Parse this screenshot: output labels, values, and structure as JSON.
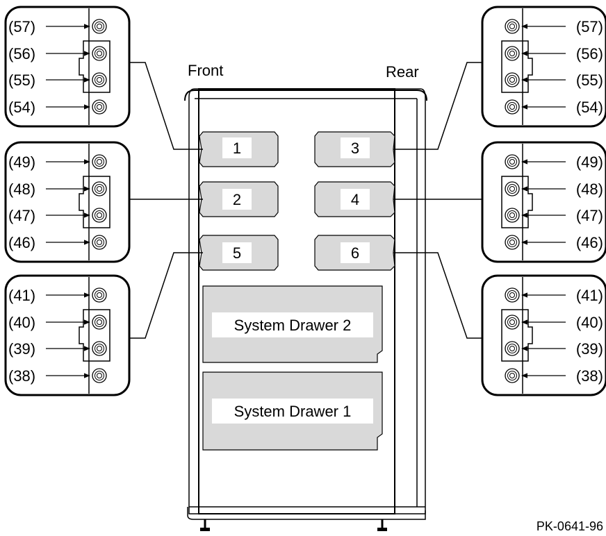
{
  "figure": {
    "front_label": "Front",
    "rear_label": "Rear",
    "figure_code": "PK-0641-96"
  },
  "modules": [
    {
      "label": "1"
    },
    {
      "label": "2"
    },
    {
      "label": "3"
    },
    {
      "label": "4"
    },
    {
      "label": "5"
    },
    {
      "label": "6"
    }
  ],
  "drawers": [
    {
      "label": "System Drawer 2"
    },
    {
      "label": "System Drawer 1"
    }
  ],
  "callouts": [
    {
      "labels": [
        "(57)",
        "(56)",
        "(55)",
        "(54)"
      ]
    },
    {
      "labels": [
        "(49)",
        "(48)",
        "(47)",
        "(46)"
      ]
    },
    {
      "labels": [
        "(41)",
        "(40)",
        "(39)",
        "(38)"
      ]
    },
    {
      "labels": [
        "(57)",
        "(56)",
        "(55)",
        "(54)"
      ]
    },
    {
      "labels": [
        "(49)",
        "(48)",
        "(47)",
        "(46)"
      ]
    },
    {
      "labels": [
        "(41)",
        "(40)",
        "(39)",
        "(38)"
      ]
    }
  ]
}
